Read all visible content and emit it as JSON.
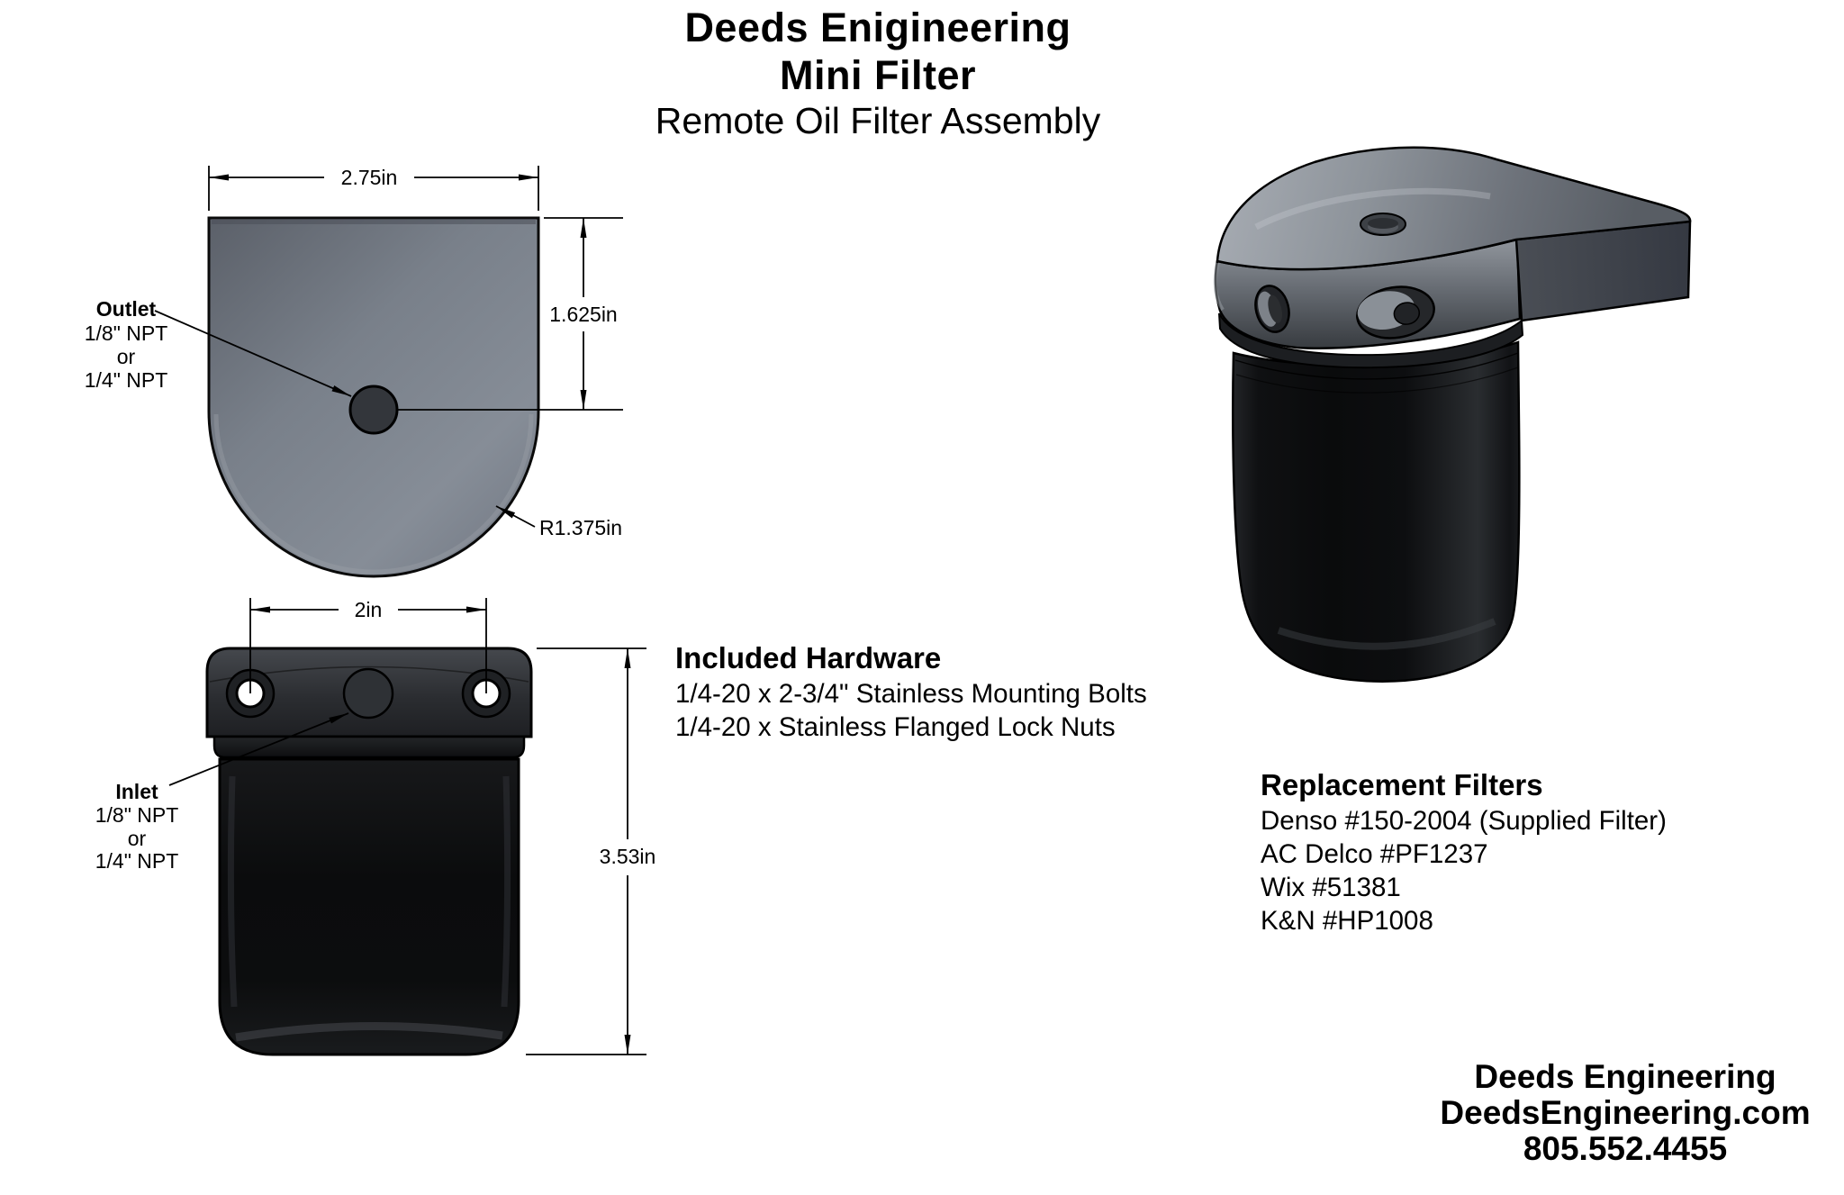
{
  "title": {
    "line1": "Deeds Enigineering",
    "line2": "Mini Filter",
    "line3": "Remote Oil Filter Assembly"
  },
  "top_view": {
    "width_dim": "2.75in",
    "height_dim": "1.625in",
    "radius_dim": "R1.375in",
    "port_label": "Outlet",
    "port_size_1": "1/8\" NPT",
    "port_or": "or",
    "port_size_2": "1/4\" NPT"
  },
  "front_view": {
    "bolt_spacing_dim": "2in",
    "height_dim": "3.53in",
    "port_label": "Inlet",
    "port_size_1": "1/8\" NPT",
    "port_or": "or",
    "port_size_2": "1/4\" NPT"
  },
  "included_hardware": {
    "heading": "Included Hardware",
    "items": [
      "1/4-20 x 2-3/4\" Stainless Mounting Bolts",
      "1/4-20 x Stainless Flanged Lock Nuts"
    ]
  },
  "replacement_filters": {
    "heading": "Replacement Filters",
    "items": [
      "Denso #150-2004 (Supplied Filter)",
      "AC Delco #PF1237",
      "Wix #51381",
      "K&N #HP1008"
    ]
  },
  "footer": {
    "company": "Deeds Engineering",
    "website": "DeedsEngineering.com",
    "phone": "805.552.4455"
  },
  "colors": {
    "ink": "#000000",
    "top_view_body": "#7d8490",
    "cap_gray": "#2b2d31",
    "filter_black": "#0c0d0e",
    "background": "#ffffff"
  }
}
